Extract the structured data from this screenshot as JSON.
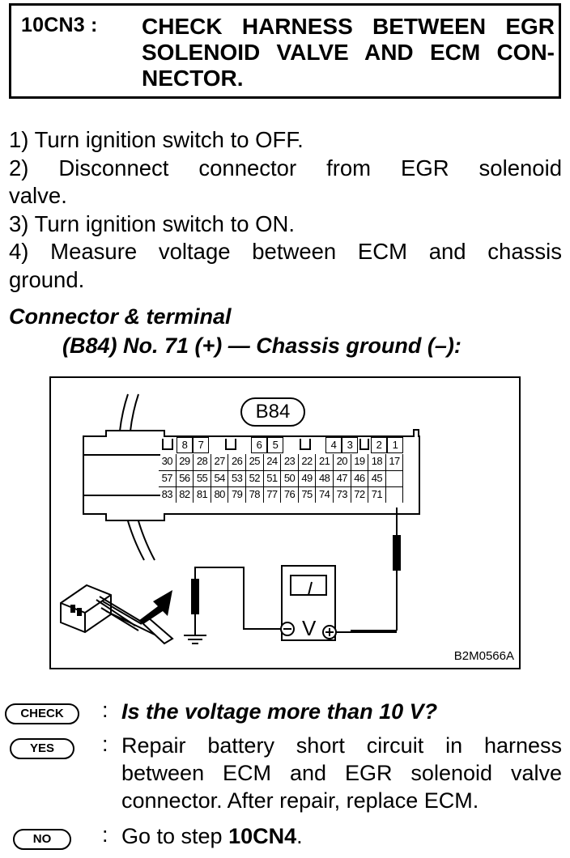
{
  "header": {
    "step_id": "10CN3 :",
    "title_lines": [
      "CHECK HARNESS BETWEEN EGR",
      "SOLENOID VALVE AND ECM CON-",
      "NECTOR."
    ]
  },
  "steps": [
    "1) Turn ignition switch to OFF.",
    "2) Disconnect connector from EGR solenoid",
    "valve.",
    "3) Turn ignition switch to ON.",
    "4) Measure voltage between ECM and chassis",
    "ground."
  ],
  "connector_terminal": {
    "heading": "Connector & terminal",
    "spec": "(B84) No. 71 (+) — Chassis ground (–):"
  },
  "figure": {
    "connector_label": "B84",
    "image_code": "B2M0566A",
    "top_pins": [
      "",
      "8",
      "7",
      "",
      "",
      "6",
      "5",
      "",
      "",
      "4",
      "3",
      "",
      "2",
      "1"
    ],
    "pin_rows": [
      [
        "30",
        "29",
        "28",
        "27",
        "26",
        "25",
        "24",
        "23",
        "22",
        "21",
        "20",
        "19",
        "18",
        "17"
      ],
      [
        "57",
        "56",
        "55",
        "54",
        "53",
        "52",
        "51",
        "50",
        "49",
        "48",
        "47",
        "46",
        "45",
        ""
      ],
      [
        "83",
        "82",
        "81",
        "80",
        "79",
        "78",
        "77",
        "76",
        "75",
        "74",
        "73",
        "72",
        "71",
        ""
      ]
    ],
    "meter_symbol": "V"
  },
  "qa": {
    "check_badge": "CHECK",
    "check_text": "Is the voltage more than 10 V?",
    "yes_badge": "YES",
    "yes_lines": [
      "Repair battery short circuit in harness",
      "between ECM and EGR solenoid valve",
      "connector. After repair, replace ECM."
    ],
    "no_badge": "NO",
    "no_text_prefix": "Go to step ",
    "no_text_step": "10CN4",
    "no_text_suffix": "."
  }
}
